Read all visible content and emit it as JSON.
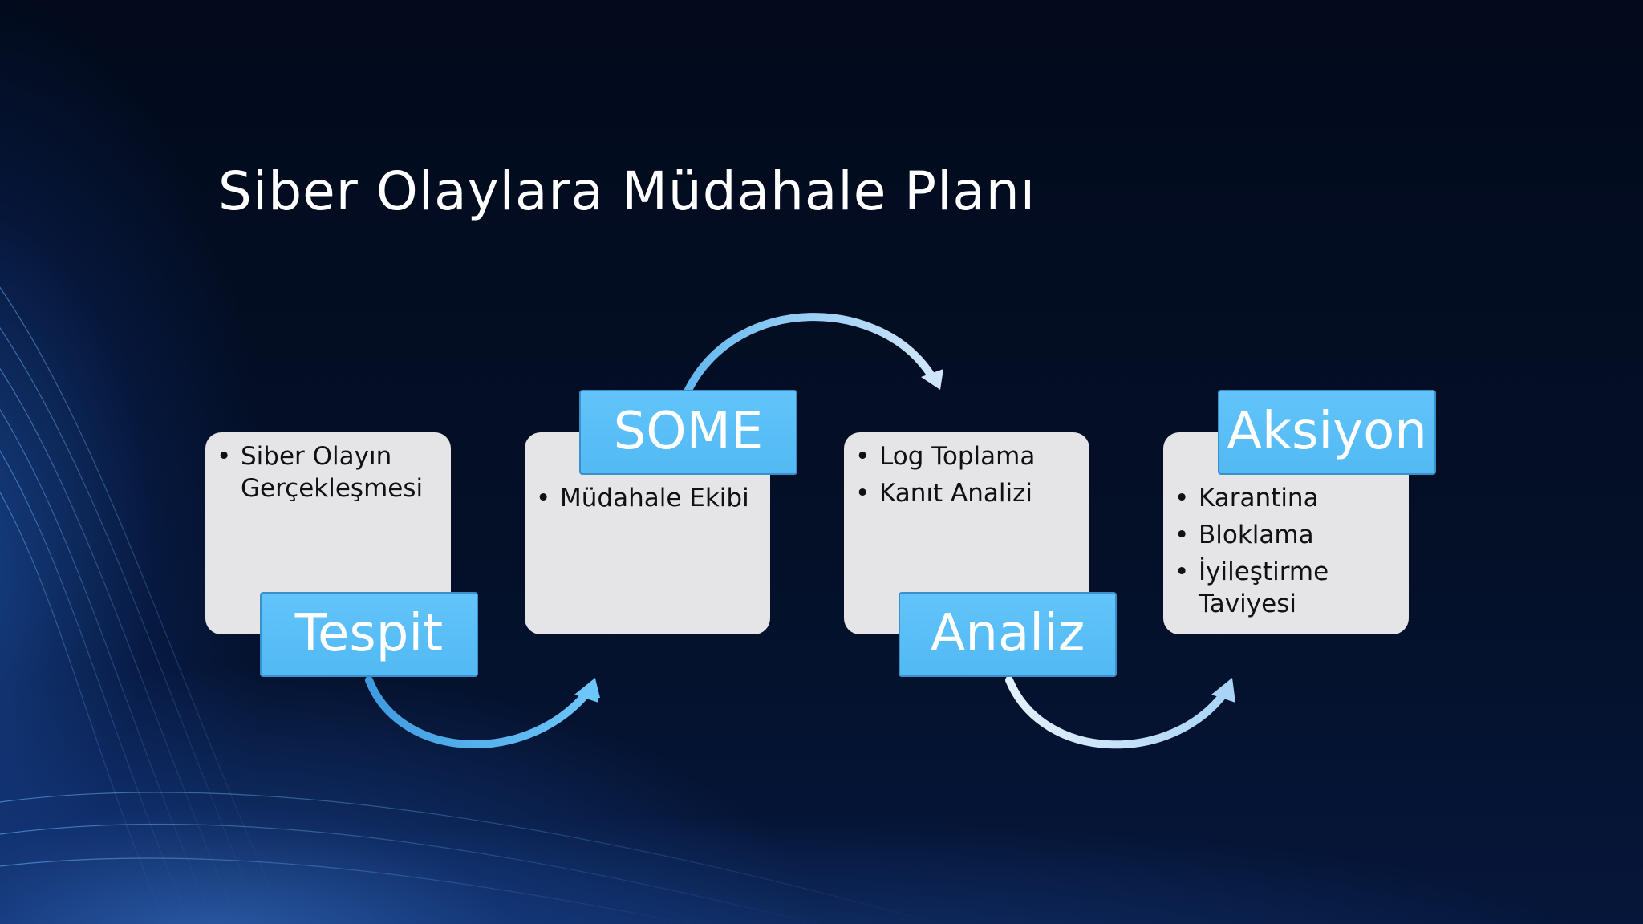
{
  "slide": {
    "title": "Siber Olaylara Müdahale Planı"
  },
  "colors": {
    "background": "#030b1e",
    "card": "#e5e5e8",
    "label": "#56bcf6",
    "arrow": "#5cb8f2",
    "arrow_light": "#cfe6fa"
  },
  "steps": [
    {
      "label": "Tespit",
      "items": [
        "Siber Olayın Gerçekleşmesi"
      ]
    },
    {
      "label": "SOME",
      "items": [
        "Müdahale Ekibi"
      ]
    },
    {
      "label": "Analiz",
      "items": [
        "Log Toplama",
        "Kanıt Analizi"
      ]
    },
    {
      "label": "Aksiyon",
      "items": [
        "Karantina",
        "Bloklama",
        "İyileştirme Taviyesi"
      ]
    }
  ]
}
